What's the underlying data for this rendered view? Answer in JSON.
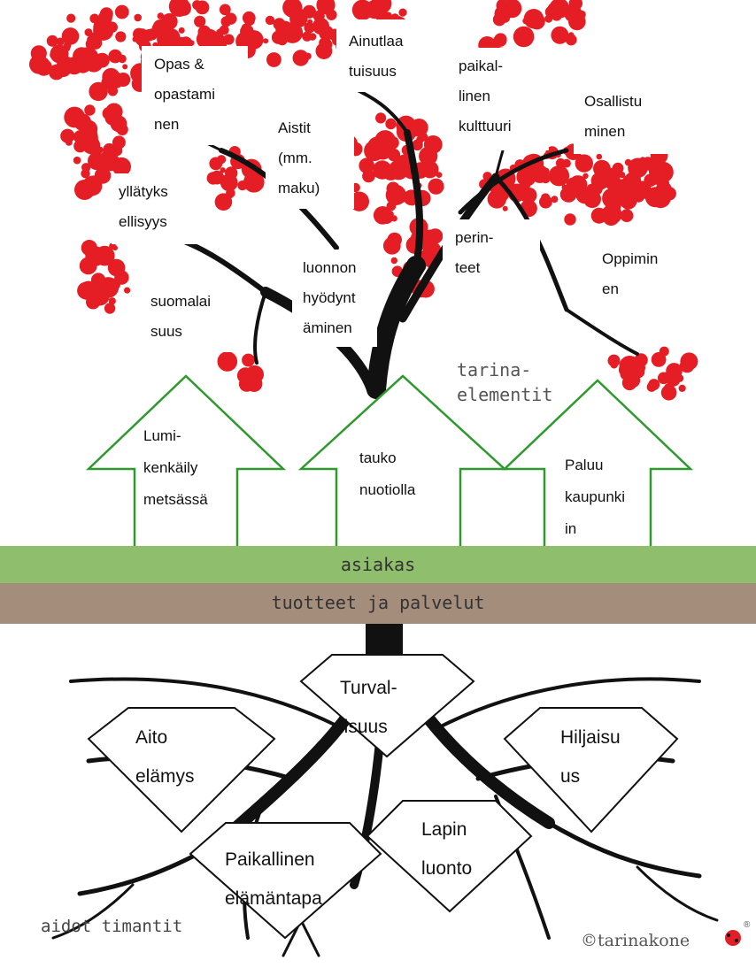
{
  "tree": {
    "canopy_boxes": [
      {
        "id": "opas",
        "text": "Opas      &\nopastami\nnen"
      },
      {
        "id": "ainutlaatuisuus",
        "text": "Ainutlaa\ntuisuus"
      },
      {
        "id": "paikallinen-kulttuuri",
        "text": "paikal-\nlinen\nkulttuuri"
      },
      {
        "id": "osallistuminen",
        "text": "Osallistu\nminen"
      },
      {
        "id": "aistit",
        "text": "Aistit\n(mm.\nmaku)"
      },
      {
        "id": "yllatyksellisyys",
        "text": "yllätyks\nellisyys"
      },
      {
        "id": "perinteet",
        "text": "perin-\nteet"
      },
      {
        "id": "oppiminen",
        "text": "Oppimin\nen"
      },
      {
        "id": "luonnon-hyodyntaminen",
        "text": "luonnon\nhyödynt\näminen"
      },
      {
        "id": "suomalaisuus",
        "text": "suomalai\nsuus"
      }
    ],
    "tarina_label": "tarina-\nelementit"
  },
  "up_arrows": [
    {
      "id": "lumikenkaily",
      "text": "Lumi-\nkenkäily\nmetsässä"
    },
    {
      "id": "tauko",
      "text": "tauko\nnuotiolla"
    },
    {
      "id": "paluu",
      "text": "Paluu\nkaupunki\nin"
    }
  ],
  "bands": {
    "asiakas": "asiakas",
    "tuotteet": "tuotteet ja palvelut"
  },
  "roots": {
    "diamonds": [
      {
        "id": "turvallisuus",
        "text": "Turval-\nlisuus"
      },
      {
        "id": "aito-elamys",
        "text": "Aito\nelämys"
      },
      {
        "id": "hiljaisuus",
        "text": "Hiljaisu\nus"
      },
      {
        "id": "lapin-luonto",
        "text": "Lapin\nluonto"
      },
      {
        "id": "paikallinen-elamantapa",
        "text": "Paikallinen\nelämäntapa"
      }
    ],
    "aidot_label": "aidot timantit"
  },
  "logo": {
    "text": "©tarinakone",
    "mark": "®"
  },
  "colors": {
    "dots": "#e51d24",
    "branch": "#111111",
    "arrow_outline": "#2e9a2e",
    "band_green": "#8fbf6c",
    "band_brown": "#a58d7c"
  }
}
